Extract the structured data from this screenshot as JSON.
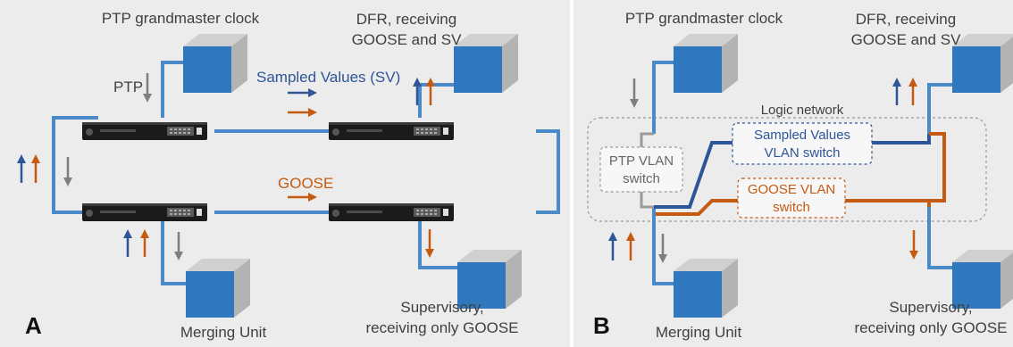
{
  "panel_a": {
    "letter": "A",
    "ptp_clock": "PTP grandmaster clock",
    "dfr_line1": "DFR, receiving",
    "dfr_line2": "GOOSE and SV",
    "ptp": "PTP",
    "sv": "Sampled Values (SV)",
    "goose": "GOOSE",
    "merging_unit": "Merging Unit",
    "supervisory_line1": "Supervisory,",
    "supervisory_line2": "receiving only GOOSE"
  },
  "panel_b": {
    "letter": "B",
    "ptp_clock": "PTP grandmaster clock",
    "dfr_line1": "DFR, receiving",
    "dfr_line2": "GOOSE and SV",
    "logic_network": "Logic network",
    "sv_switch_line1": "Sampled Values",
    "sv_switch_line2": "VLAN switch",
    "ptp_switch_line1": "PTP VLAN",
    "ptp_switch_line2": "switch",
    "goose_switch_line1": "GOOSE VLAN",
    "goose_switch_line2": "switch",
    "merging_unit": "Merging Unit",
    "supervisory_line1": "Supervisory,",
    "supervisory_line2": "receiving only GOOSE"
  },
  "colors": {
    "sv": "#2e5597",
    "goose": "#c55a11",
    "ptp": "#7f7f7f",
    "link": "#4a8ac8",
    "cube_front": "#2f78bd",
    "cube_top": "#c8c8c8"
  }
}
